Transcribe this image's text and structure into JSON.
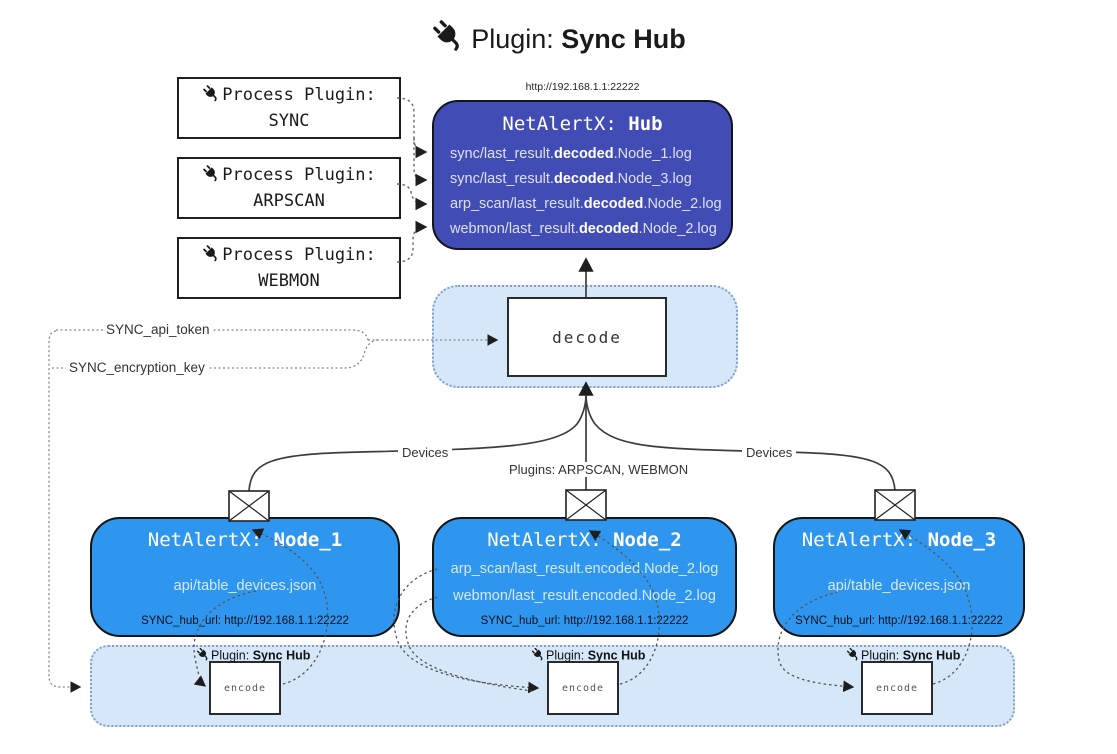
{
  "title": {
    "label": "Plugin:",
    "name": "Sync Hub"
  },
  "hub": {
    "url": "http://192.168.1.1:22222",
    "name_prefix": "NetAlertX:",
    "name": "Hub",
    "logs": [
      {
        "pre": "sync/last_result.",
        "mid": "decoded",
        "post": ".Node_1.log"
      },
      {
        "pre": "sync/last_result.",
        "mid": "decoded",
        "post": ".Node_3.log"
      },
      {
        "pre": "arp_scan/last_result.",
        "mid": "decoded",
        "post": ".Node_2.log"
      },
      {
        "pre": "webmon/last_result.",
        "mid": "decoded",
        "post": ".Node_2.log"
      }
    ]
  },
  "plugins": [
    {
      "label": "Process Plugin:",
      "name": "SYNC"
    },
    {
      "label": "Process Plugin:",
      "name": "ARPSCAN"
    },
    {
      "label": "Process Plugin:",
      "name": "WEBMON"
    }
  ],
  "decode_label": "decode",
  "keys": {
    "api_token": "SYNC_api_token",
    "encryption_key": "SYNC_encryption_key"
  },
  "edges": {
    "devices_left": "Devices",
    "plugins_center": "Plugins: ARPSCAN, WEBMON",
    "devices_right": "Devices"
  },
  "nodes": [
    {
      "name_prefix": "NetAlertX:",
      "name": "Node_1",
      "lines": [
        "api/table_devices.json"
      ],
      "hub_url": "SYNC_hub_url: http://192.168.1.1:22222"
    },
    {
      "name_prefix": "NetAlertX:",
      "name": "Node_2",
      "lines": [
        "arp_scan/last_result.encoded.Node_2.log",
        "webmon/last_result.encoded.Node_2.log"
      ],
      "hub_url": "SYNC_hub_url: http://192.168.1.1:22222"
    },
    {
      "name_prefix": "NetAlertX:",
      "name": "Node_3",
      "lines": [
        "api/table_devices.json"
      ],
      "hub_url": "SYNC_hub_url: http://192.168.1.1:22222"
    }
  ],
  "encoders": [
    {
      "label": "Plugin:",
      "name": "Sync Hub",
      "box": "encode"
    },
    {
      "label": "Plugin:",
      "name": "Sync Hub",
      "box": "encode"
    },
    {
      "label": "Plugin:",
      "name": "Sync Hub",
      "box": "encode"
    }
  ],
  "colors": {
    "hub_bg": "#424CB5",
    "node_bg": "#2E96EF",
    "panel_bg": "#D5E7F8",
    "panel_border": "#7FA0C8"
  }
}
